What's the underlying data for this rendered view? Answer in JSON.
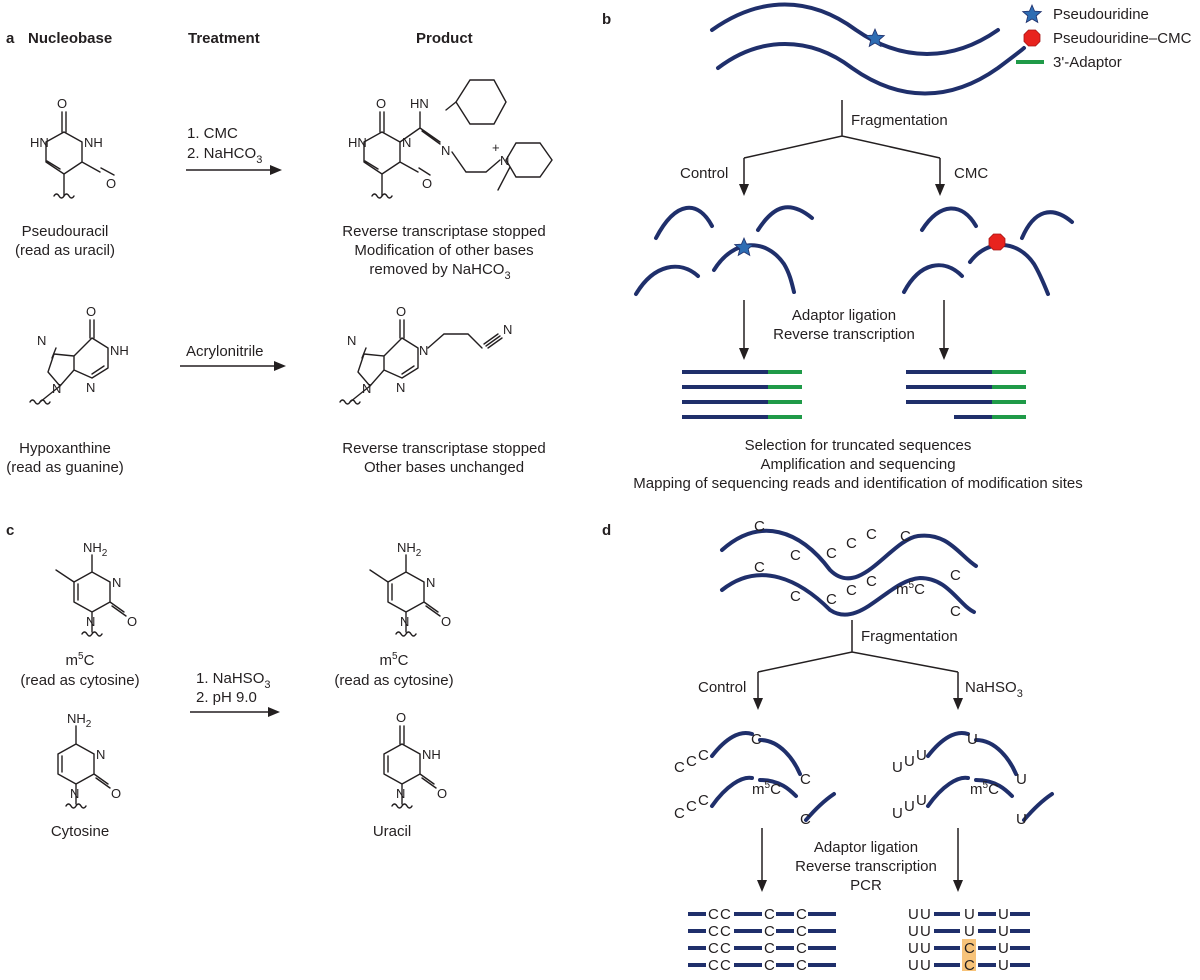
{
  "panel_a": {
    "letter": "a",
    "headers": {
      "nucleobase": "Nucleobase",
      "treatment": "Treatment",
      "product": "Product"
    },
    "row1": {
      "base_name": "Pseudouracil",
      "base_read": "(read as uracil)",
      "step1": "1. CMC",
      "step2": "2. NaHCO",
      "step2_sub": "3",
      "result1": "Reverse transcriptase stopped",
      "result2": "Modification of other bases",
      "result3": "removed by NaHCO",
      "result3_sub": "3"
    },
    "row2": {
      "base_name": "Hypoxanthine",
      "base_read": "(read as guanine)",
      "reagent": "Acrylonitrile",
      "result1": "Reverse transcriptase stopped",
      "result2": "Other bases unchanged"
    }
  },
  "panel_b": {
    "letter": "b",
    "legend": [
      "Pseudouridine",
      "Pseudouridine–CMC",
      "3'-Adaptor"
    ],
    "fragmentation": "Fragmentation",
    "control": "Control",
    "cmc": "CMC",
    "ligation1": "Adaptor ligation",
    "ligation2": "Reverse transcription",
    "summary1": "Selection for truncated sequences",
    "summary2": "Amplification and sequencing",
    "summary3": "Mapping of sequencing reads and identification of modification sites"
  },
  "panel_c": {
    "letter": "c",
    "m5c_label": "m5C",
    "m5c_read": "(read as cytosine)",
    "cytosine": "Cytosine",
    "step1": "1. NaHSO",
    "step1_sub": "3",
    "step2": "2. pH 9.0",
    "prod_m5c_label": "m5C",
    "prod_m5c_read": "(read as cytosine)",
    "uracil": "Uracil"
  },
  "panel_d": {
    "letter": "d",
    "fragmentation": "Fragmentation",
    "control": "Control",
    "nahso3": "NaHSO",
    "nahso3_sub": "3",
    "step1": "Adaptor ligation",
    "step2": "Reverse transcription",
    "step3": "PCR",
    "c": "C",
    "u": "U",
    "m5c": "m5C"
  },
  "atoms": {
    "O": "O",
    "N": "N",
    "HN": "HN",
    "NH": "NH",
    "NH2": "NH",
    "two": "2",
    "plus": "+"
  },
  "colors": {
    "rna": "#1f2f6b",
    "adaptor": "#1f9a48",
    "star": "#2e6db3",
    "octagon": "#e8231e",
    "highlight": "#f7c37a"
  }
}
